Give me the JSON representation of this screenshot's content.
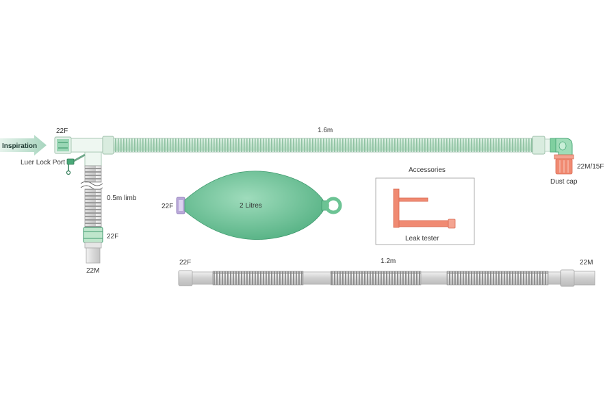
{
  "labels": {
    "inspiration": "Inspiration",
    "port_22f_top": "22F",
    "luer_lock": "Luer Lock Port",
    "length_main": "1.6m",
    "limb": "0.5m limb",
    "port_22f_limb": "22F",
    "port_22m_limb": "22M",
    "port_22f_bag": "22F",
    "bag_volume": "2 Litres",
    "elbow_connector": "22M/15F",
    "dust_cap": "Dust cap",
    "accessories": "Accessories",
    "leak_tester": "Leak tester",
    "port_22f_bottom": "22F",
    "length_bottom": "1.2m",
    "port_22m_bottom": "22M"
  },
  "colors": {
    "green_tube": "#cfe6d6",
    "green_rib": "#8fc2a2",
    "green_dark": "#3f9a6e",
    "bag_green": "#5cb889",
    "grey_tube": "#d4d4d4",
    "grey_rib": "#8a8a8a",
    "salmon": "#f08a72",
    "lilac": "#b9a8d8",
    "arrow": "#b9dccb"
  }
}
